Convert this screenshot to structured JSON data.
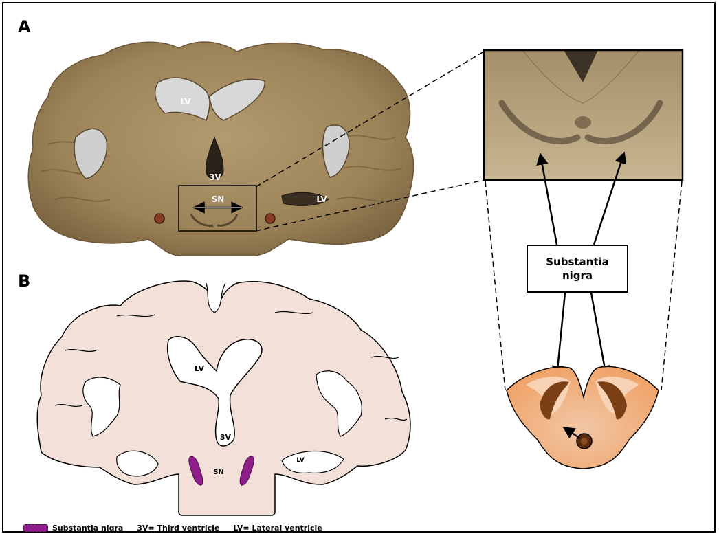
{
  "panels": {
    "a": "A",
    "b": "B"
  },
  "photo_labels": {
    "lv": "LV",
    "third_v": "3V",
    "sn": "SN",
    "lv_right": "LV"
  },
  "diagram_labels": {
    "lv": "LV",
    "third_v": "3V",
    "sn": "SN",
    "lv_right": "LV"
  },
  "callout": {
    "line1": "Substantia",
    "line2": "nigra"
  },
  "legend": {
    "sn": "Substantia nigra",
    "third_v": "3V= Third ventricle",
    "lv": "LV= Lateral ventricle"
  },
  "colors": {
    "tissue": "#a38a5f",
    "ventricle": "#cfcfcf",
    "diagram_fill": "#f3e1d9",
    "substantia_nigra": "#8e1f8a",
    "midbrain_fill": "#f4b98a",
    "midbrain_dark": "#7a3f14"
  }
}
